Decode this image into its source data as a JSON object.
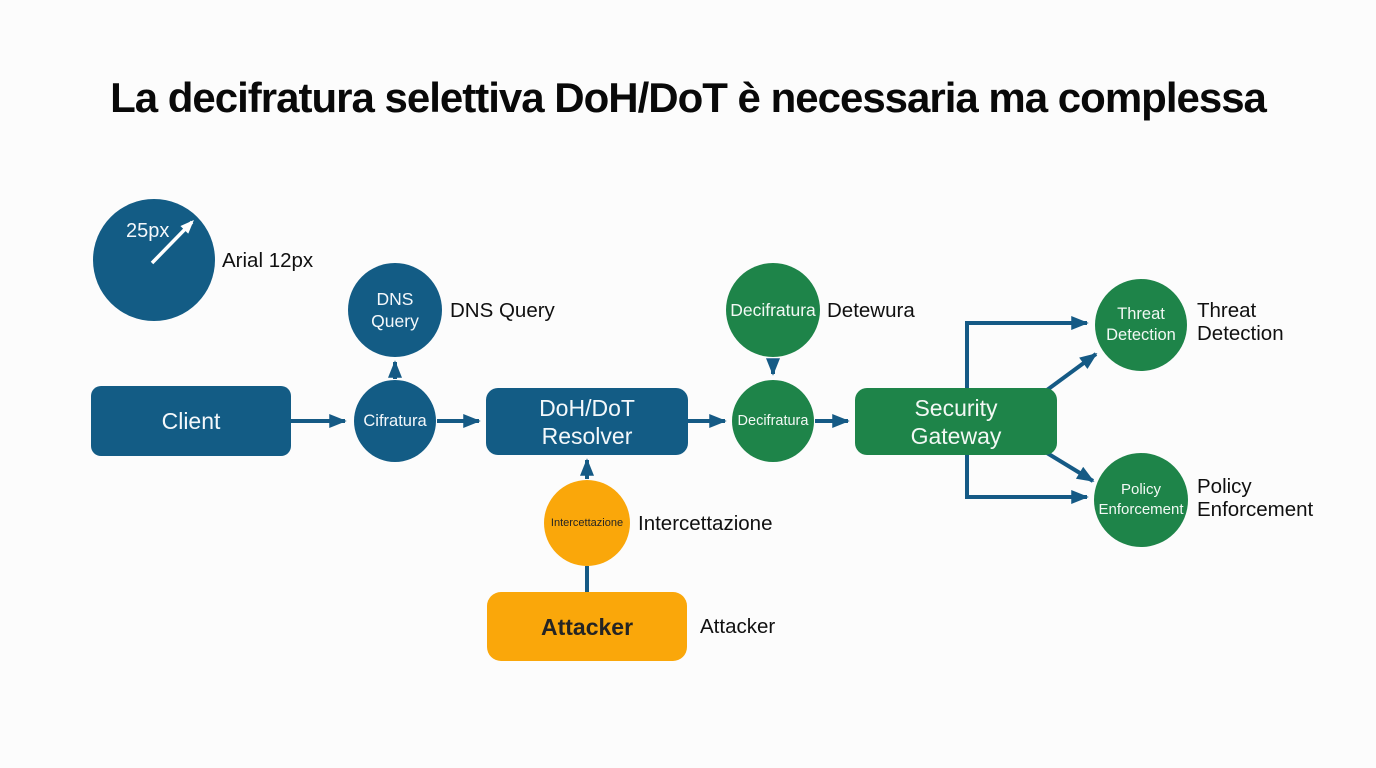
{
  "title": "La decifratura selettiva DoH/DoT è necessaria ma complessa",
  "colors": {
    "node_blue": "#135c85",
    "node_green": "#1e8449",
    "node_orange": "#faa70a",
    "arrow_blue": "#155a85",
    "label_text": "#101010",
    "background": "#fcfcfc"
  },
  "size_ref": {
    "text": "25px",
    "label": "Arial 12px"
  },
  "nodes": {
    "client": {
      "text": "Client"
    },
    "cifratura": {
      "text": "Cifratura"
    },
    "resolver": {
      "line1": "DoH/DoT",
      "line2": "Resolver"
    },
    "dns_query": {
      "line1": "DNS",
      "line2": "Query",
      "label": "DNS Query"
    },
    "decifratura_top": {
      "text": "Decifratura",
      "label": "Detewura"
    },
    "decifratura": {
      "text": "Decifratura"
    },
    "security_gateway": {
      "line1": "Security",
      "line2": "Gateway"
    },
    "threat_detection": {
      "line1": "Threat",
      "line2": "Detection",
      "label_line1": "Threat",
      "label_line2": "Detection"
    },
    "policy_enforcement": {
      "line1": "Policy",
      "line2": "Enforcement",
      "label_line1": "Policy",
      "label_line2": "Enforcement"
    },
    "intercettazione": {
      "text": "Intercettazione",
      "label": "Intercettazione"
    },
    "attacker": {
      "text": "Attacker",
      "label": "Attacker"
    }
  }
}
